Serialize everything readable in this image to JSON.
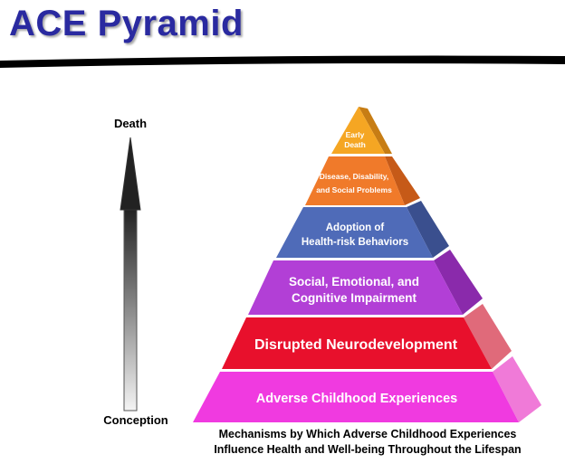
{
  "title": "ACE Pyramid",
  "arrow": {
    "top_label": "Death",
    "bottom_label": "Conception"
  },
  "pyramid": {
    "levels": [
      {
        "lines": [
          "Early",
          "Death"
        ],
        "color": "#f5a623"
      },
      {
        "lines": [
          "Disease, Disability,",
          "and Social Problems"
        ],
        "color": "#f07a2a"
      },
      {
        "lines": [
          "Adoption of",
          "Health-risk Behaviors"
        ],
        "color": "#4f6bb8"
      },
      {
        "lines": [
          "Social, Emotional, and",
          "Cognitive Impairment"
        ],
        "color": "#b23fd6"
      },
      {
        "lines": [
          "Disrupted Neurodevelopment"
        ],
        "color": "#e8102c"
      },
      {
        "lines": [
          "Adverse Childhood Experiences"
        ],
        "color": "#f03ae0"
      }
    ]
  },
  "caption": {
    "line1": "Mechanisms by Which Adverse Childhood Experiences",
    "line2": "Influence Health and Well-being Throughout the Lifespan"
  }
}
